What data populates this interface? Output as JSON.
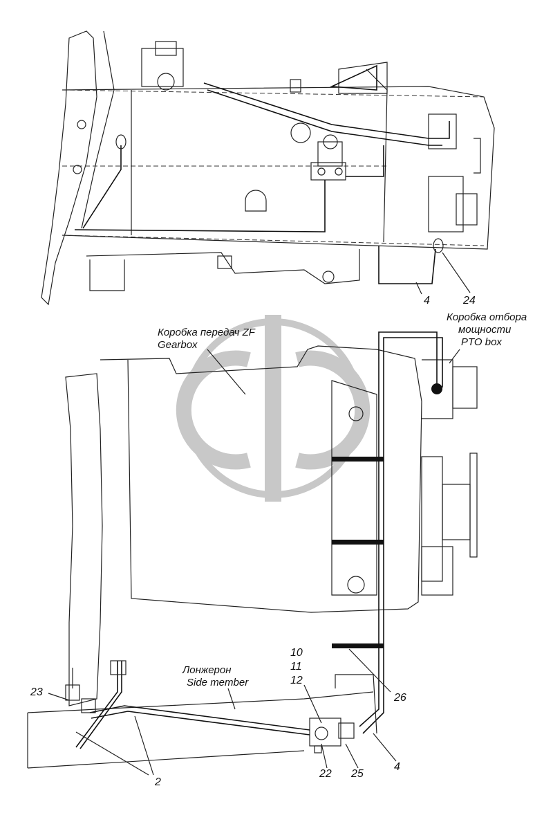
{
  "labels": {
    "gearbox_ru": "Коробка передач ZF",
    "gearbox_en": "Gearbox",
    "pto_ru_1": "Коробка отбора",
    "pto_ru_2": "мощности",
    "pto_en": "PTO box",
    "side_member_ru": "Лонжерон",
    "side_member_en": "Side member"
  },
  "callouts": {
    "n4_top": "4",
    "n24": "24",
    "n10": "10",
    "n11": "11",
    "n12": "12",
    "n23": "23",
    "n26": "26",
    "n2": "2",
    "n22": "22",
    "n25": "25",
    "n4_bottom": "4"
  },
  "watermark": {
    "name": "catalog-logo-watermark",
    "color": "#c8c8c8"
  }
}
